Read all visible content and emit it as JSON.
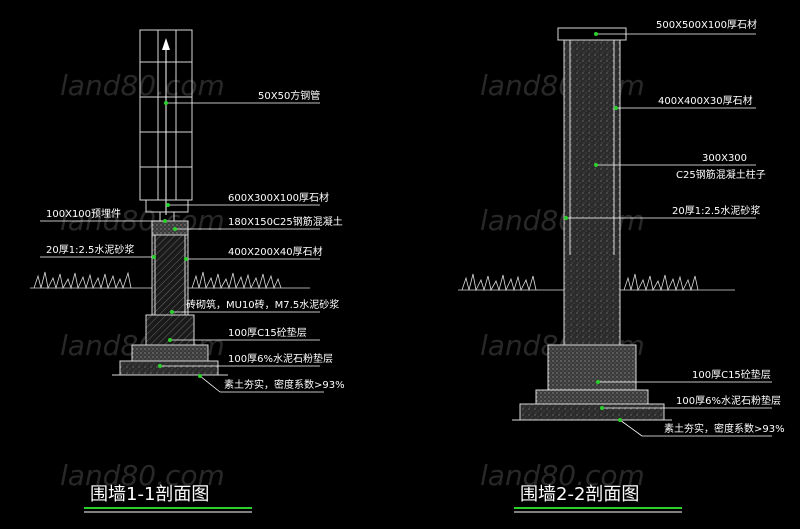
{
  "watermark": "land80.com",
  "section_1": {
    "title": "围墙1-1剖面图",
    "labels": {
      "steel_pipe": "50X50方钢管",
      "cap_stone": "600X300X100厚石材",
      "embedded_part": "100X100预埋件",
      "rc_beam": "180X150C25钢筋混凝土",
      "mortar": "20厚1:2.5水泥砂浆",
      "facing_stone": "400X200X40厚石材",
      "brick_wall": "砖砌筑，MU10砖，M7.5水泥砂浆",
      "c15_cushion": "100厚C15砼垫层",
      "stone_dust": "100厚6%水泥石粉垫层",
      "compacted_soil": "素土夯实，密度系数>93%"
    }
  },
  "section_2": {
    "title": "围墙2-2剖面图",
    "labels": {
      "cap_stone": "500X500X100厚石材",
      "facing_stone": "400X400X30厚石材",
      "column_size": "300X300",
      "column_concrete": "C25钢筋混凝土柱子",
      "mortar": "20厚1:2.5水泥砂浆",
      "c15_cushion": "100厚C15砼垫层",
      "stone_dust": "100厚6%水泥石粉垫层",
      "compacted_soil": "素土夯实，密度系数>93%"
    }
  },
  "colors": {
    "background": "#000000",
    "line": "#ffffff",
    "accent_green": "#2ad12a",
    "watermark": "#5a5a5a"
  }
}
